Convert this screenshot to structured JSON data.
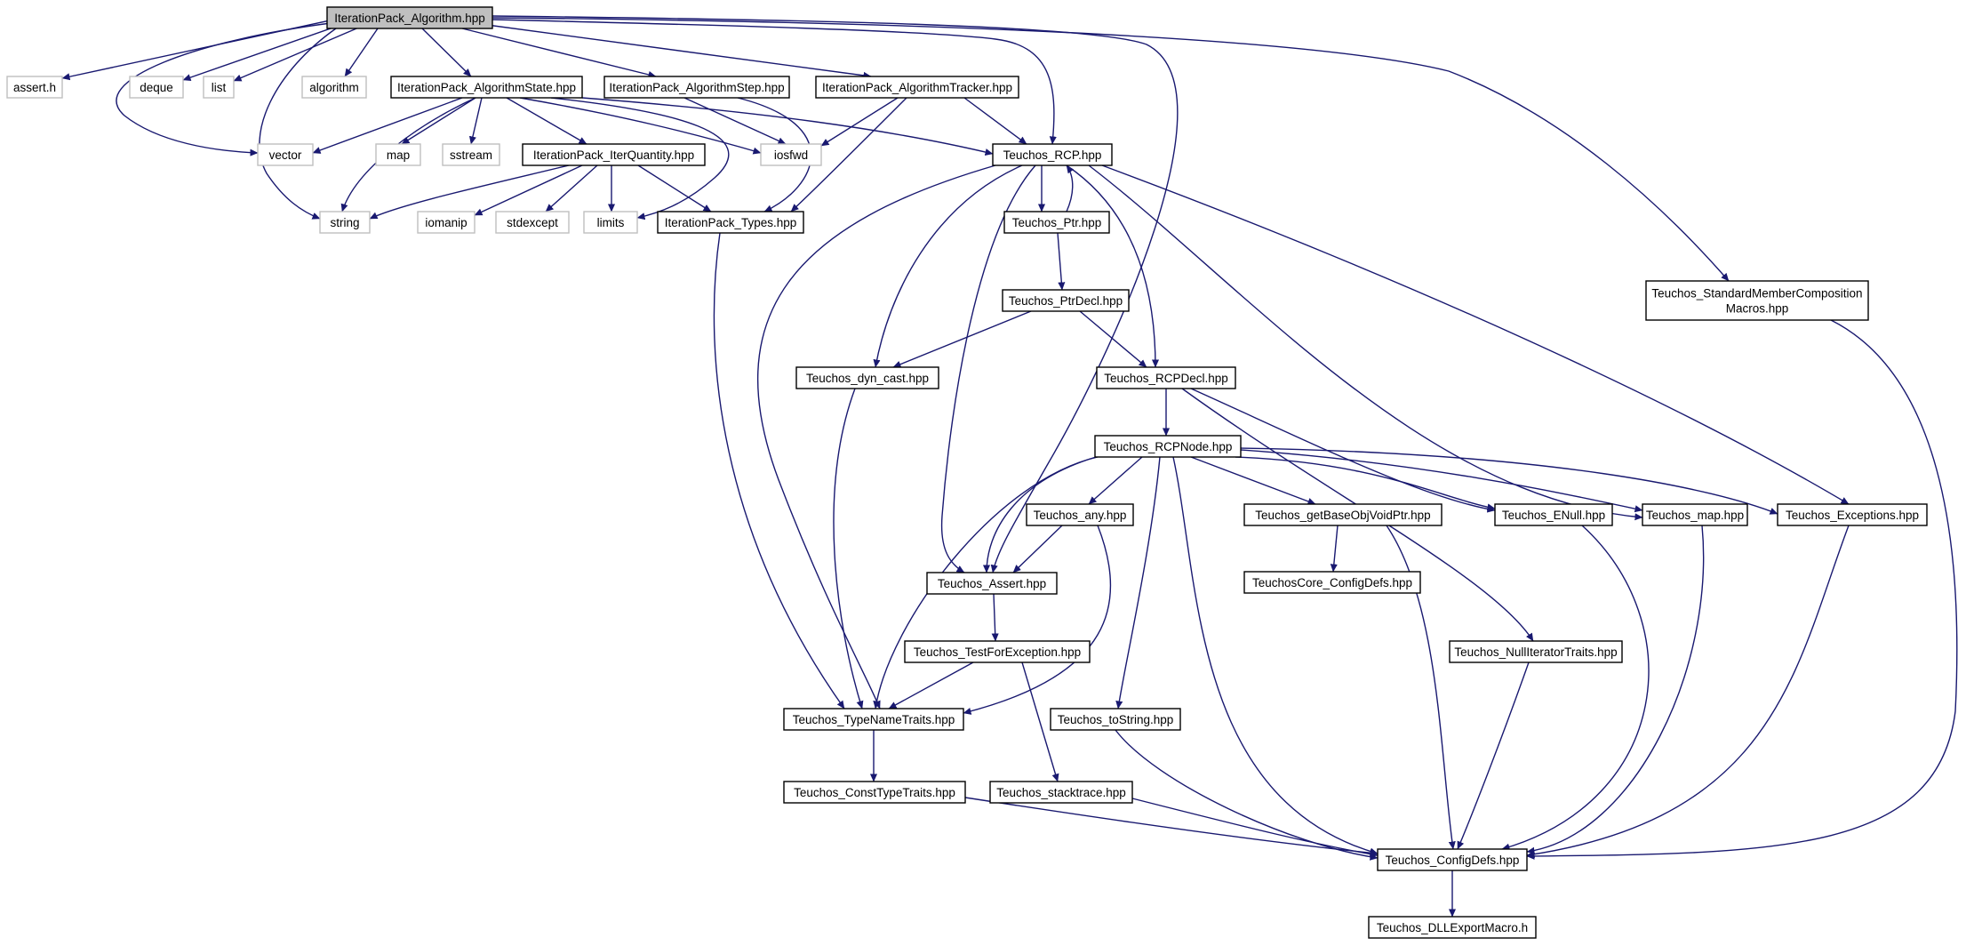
{
  "colors": {
    "edge": "#191970",
    "node_border": "#000000",
    "external_border": "#bfbfbf",
    "root_fill": "#bfbfbf",
    "background": "#ffffff"
  },
  "nodes": [
    {
      "id": "root",
      "lines": [
        "IterationPack_Algorithm.hpp"
      ],
      "kind": "root"
    },
    {
      "id": "assert_h",
      "lines": [
        "assert.h"
      ],
      "kind": "external"
    },
    {
      "id": "deque",
      "lines": [
        "deque"
      ],
      "kind": "external"
    },
    {
      "id": "list",
      "lines": [
        "list"
      ],
      "kind": "external"
    },
    {
      "id": "algorithm",
      "lines": [
        "algorithm"
      ],
      "kind": "external"
    },
    {
      "id": "state",
      "lines": [
        "IterationPack_AlgorithmState.hpp"
      ],
      "kind": "file"
    },
    {
      "id": "step",
      "lines": [
        "IterationPack_AlgorithmStep.hpp"
      ],
      "kind": "file"
    },
    {
      "id": "tracker",
      "lines": [
        "IterationPack_AlgorithmTracker.hpp"
      ],
      "kind": "file"
    },
    {
      "id": "vector",
      "lines": [
        "vector"
      ],
      "kind": "external"
    },
    {
      "id": "map",
      "lines": [
        "map"
      ],
      "kind": "external"
    },
    {
      "id": "sstream",
      "lines": [
        "sstream"
      ],
      "kind": "external"
    },
    {
      "id": "iosfwd",
      "lines": [
        "iosfwd"
      ],
      "kind": "external"
    },
    {
      "id": "rcp",
      "lines": [
        "Teuchos_RCP.hpp"
      ],
      "kind": "file"
    },
    {
      "id": "iterq",
      "lines": [
        "IterationPack_IterQuantity.hpp"
      ],
      "kind": "file"
    },
    {
      "id": "string",
      "lines": [
        "string"
      ],
      "kind": "external"
    },
    {
      "id": "iomanip",
      "lines": [
        "iomanip"
      ],
      "kind": "external"
    },
    {
      "id": "stdexcept",
      "lines": [
        "stdexcept"
      ],
      "kind": "external"
    },
    {
      "id": "limits",
      "lines": [
        "limits"
      ],
      "kind": "external"
    },
    {
      "id": "types",
      "lines": [
        "IterationPack_Types.hpp"
      ],
      "kind": "file"
    },
    {
      "id": "ptr",
      "lines": [
        "Teuchos_Ptr.hpp"
      ],
      "kind": "file"
    },
    {
      "id": "ptrdecl",
      "lines": [
        "Teuchos_PtrDecl.hpp"
      ],
      "kind": "file"
    },
    {
      "id": "smcm",
      "lines": [
        "Teuchos_StandardMemberComposition",
        "Macros.hpp"
      ],
      "kind": "file"
    },
    {
      "id": "dyncast",
      "lines": [
        "Teuchos_dyn_cast.hpp"
      ],
      "kind": "file"
    },
    {
      "id": "rcpdecl",
      "lines": [
        "Teuchos_RCPDecl.hpp"
      ],
      "kind": "file"
    },
    {
      "id": "rcpnode",
      "lines": [
        "Teuchos_RCPNode.hpp"
      ],
      "kind": "file"
    },
    {
      "id": "any",
      "lines": [
        "Teuchos_any.hpp"
      ],
      "kind": "file"
    },
    {
      "id": "getbase",
      "lines": [
        "Teuchos_getBaseObjVoidPtr.hpp"
      ],
      "kind": "file"
    },
    {
      "id": "enull",
      "lines": [
        "Teuchos_ENull.hpp"
      ],
      "kind": "file"
    },
    {
      "id": "tmap",
      "lines": [
        "Teuchos_map.hpp"
      ],
      "kind": "file"
    },
    {
      "id": "exceptions",
      "lines": [
        "Teuchos_Exceptions.hpp"
      ],
      "kind": "file"
    },
    {
      "id": "assert",
      "lines": [
        "Teuchos_Assert.hpp"
      ],
      "kind": "file"
    },
    {
      "id": "coreconfig",
      "lines": [
        "TeuchosCore_ConfigDefs.hpp"
      ],
      "kind": "file"
    },
    {
      "id": "testexc",
      "lines": [
        "Teuchos_TestForException.hpp"
      ],
      "kind": "file"
    },
    {
      "id": "nulliter",
      "lines": [
        "Teuchos_NullIteratorTraits.hpp"
      ],
      "kind": "file"
    },
    {
      "id": "typename",
      "lines": [
        "Teuchos_TypeNameTraits.hpp"
      ],
      "kind": "file"
    },
    {
      "id": "tostring",
      "lines": [
        "Teuchos_toString.hpp"
      ],
      "kind": "file"
    },
    {
      "id": "consttype",
      "lines": [
        "Teuchos_ConstTypeTraits.hpp"
      ],
      "kind": "file"
    },
    {
      "id": "stacktrace",
      "lines": [
        "Teuchos_stacktrace.hpp"
      ],
      "kind": "file"
    },
    {
      "id": "configdefs",
      "lines": [
        "Teuchos_ConfigDefs.hpp"
      ],
      "kind": "file"
    },
    {
      "id": "dllexport",
      "lines": [
        "Teuchos_DLLExportMacro.h"
      ],
      "kind": "file"
    }
  ],
  "edges": [
    [
      "root",
      "assert_h"
    ],
    [
      "root",
      "deque"
    ],
    [
      "root",
      "list"
    ],
    [
      "root",
      "algorithm"
    ],
    [
      "root",
      "state"
    ],
    [
      "root",
      "step"
    ],
    [
      "root",
      "tracker"
    ],
    [
      "root",
      "vector"
    ],
    [
      "root",
      "string"
    ],
    [
      "root",
      "rcp"
    ],
    [
      "root",
      "assert"
    ],
    [
      "root",
      "smcm"
    ],
    [
      "state",
      "vector"
    ],
    [
      "state",
      "map"
    ],
    [
      "state",
      "sstream"
    ],
    [
      "state",
      "iosfwd"
    ],
    [
      "state",
      "string"
    ],
    [
      "state",
      "iterq"
    ],
    [
      "state",
      "limits"
    ],
    [
      "state",
      "rcp"
    ],
    [
      "step",
      "iosfwd"
    ],
    [
      "step",
      "types"
    ],
    [
      "tracker",
      "iosfwd"
    ],
    [
      "tracker",
      "rcp"
    ],
    [
      "tracker",
      "types"
    ],
    [
      "iterq",
      "string"
    ],
    [
      "iterq",
      "iomanip"
    ],
    [
      "iterq",
      "stdexcept"
    ],
    [
      "iterq",
      "limits"
    ],
    [
      "iterq",
      "types"
    ],
    [
      "types",
      "typename"
    ],
    [
      "rcp",
      "ptr"
    ],
    [
      "rcp",
      "dyncast"
    ],
    [
      "rcp",
      "rcpdecl"
    ],
    [
      "rcp",
      "exceptions"
    ],
    [
      "rcp",
      "tmap"
    ],
    [
      "rcp",
      "assert"
    ],
    [
      "rcp",
      "typename"
    ],
    [
      "ptr",
      "rcp"
    ],
    [
      "ptr",
      "ptrdecl"
    ],
    [
      "ptrdecl",
      "dyncast"
    ],
    [
      "ptrdecl",
      "rcpdecl"
    ],
    [
      "smcm",
      "configdefs"
    ],
    [
      "dyncast",
      "typename"
    ],
    [
      "rcpdecl",
      "rcpnode"
    ],
    [
      "rcpdecl",
      "enull"
    ],
    [
      "rcpdecl",
      "nulliter"
    ],
    [
      "rcpnode",
      "any"
    ],
    [
      "rcpnode",
      "getbase"
    ],
    [
      "rcpnode",
      "enull"
    ],
    [
      "rcpnode",
      "tmap"
    ],
    [
      "rcpnode",
      "exceptions"
    ],
    [
      "rcpnode",
      "assert"
    ],
    [
      "rcpnode",
      "typename"
    ],
    [
      "rcpnode",
      "tostring"
    ],
    [
      "rcpnode",
      "configdefs"
    ],
    [
      "any",
      "assert"
    ],
    [
      "any",
      "typename"
    ],
    [
      "getbase",
      "coreconfig"
    ],
    [
      "getbase",
      "configdefs"
    ],
    [
      "enull",
      "configdefs"
    ],
    [
      "tmap",
      "configdefs"
    ],
    [
      "exceptions",
      "configdefs"
    ],
    [
      "assert",
      "testexc"
    ],
    [
      "testexc",
      "typename"
    ],
    [
      "testexc",
      "stacktrace"
    ],
    [
      "nulliter",
      "configdefs"
    ],
    [
      "typename",
      "consttype"
    ],
    [
      "tostring",
      "configdefs"
    ],
    [
      "consttype",
      "configdefs"
    ],
    [
      "stacktrace",
      "configdefs"
    ],
    [
      "configdefs",
      "dllexport"
    ]
  ]
}
